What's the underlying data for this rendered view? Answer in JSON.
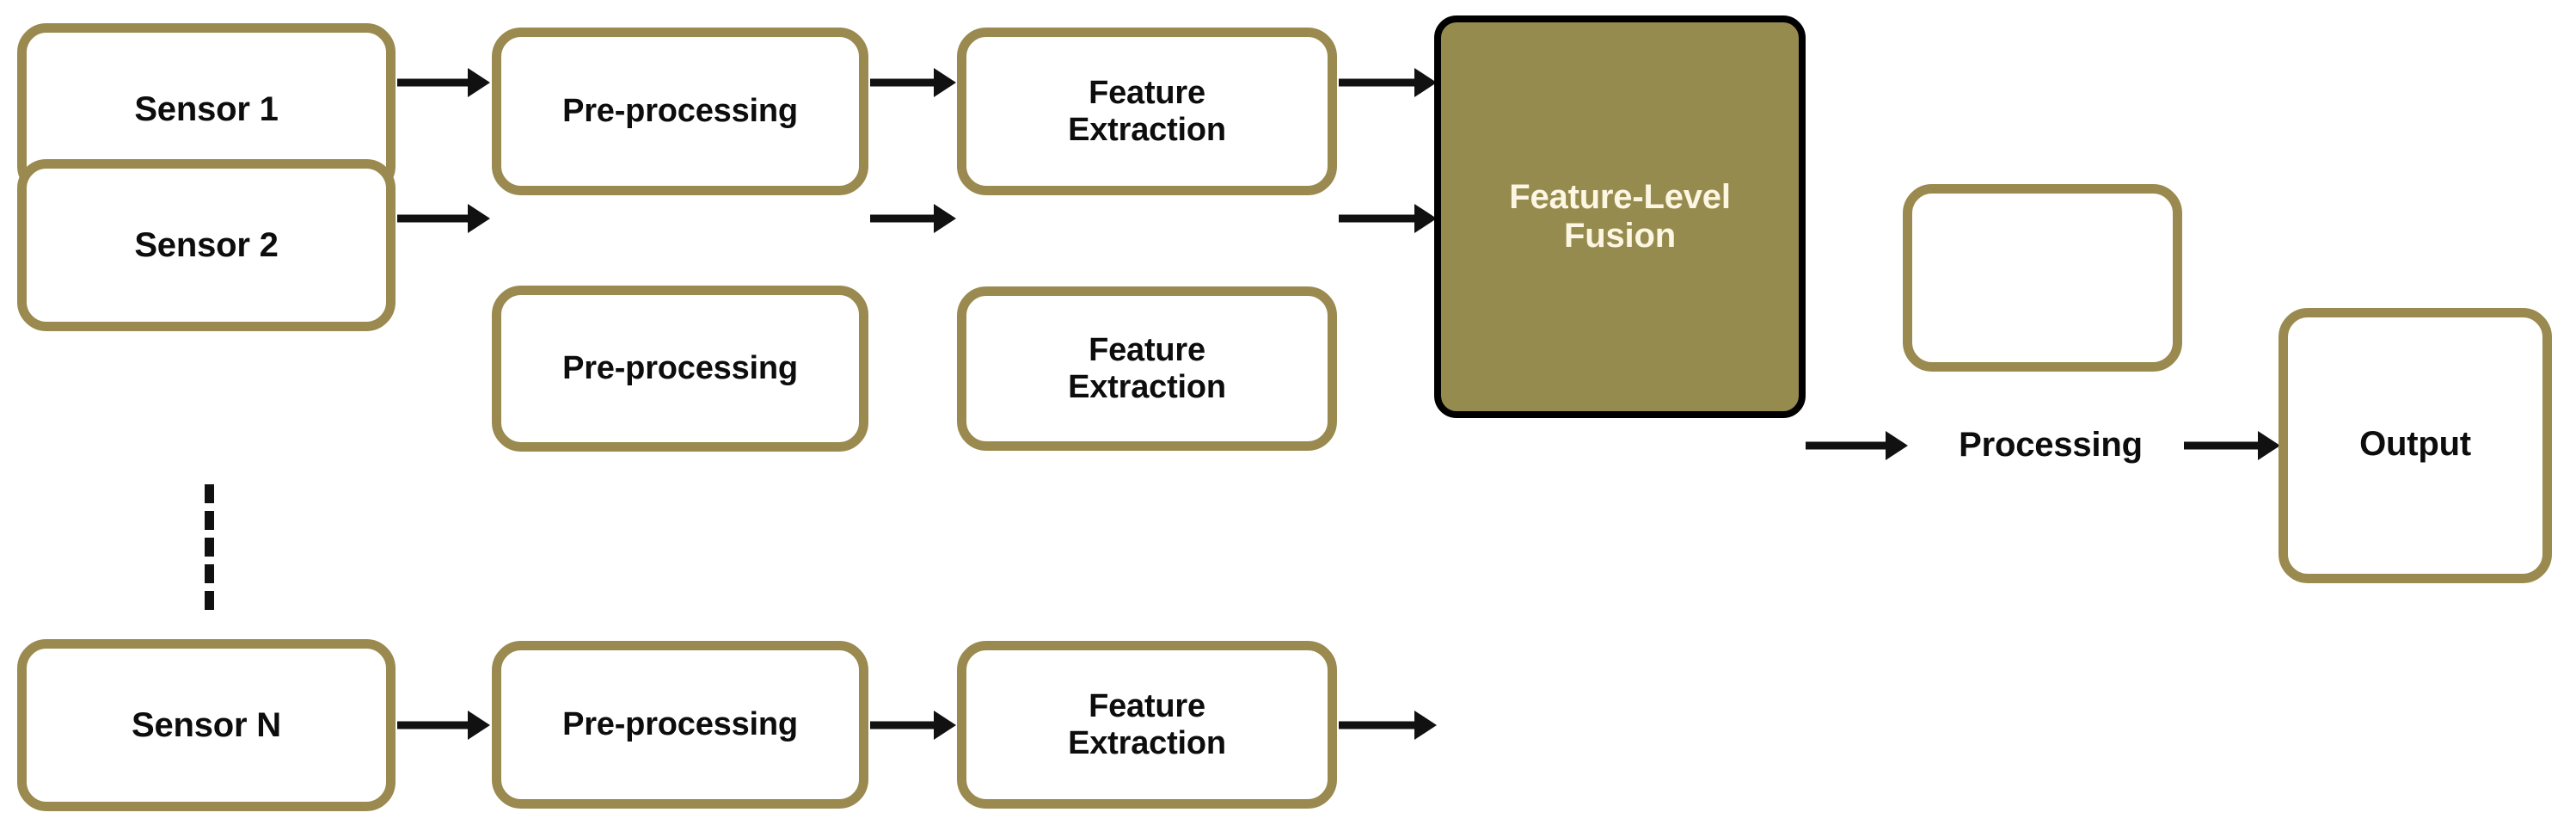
{
  "diagram": {
    "title": "Feature-Level Fusion Sensor Pipeline",
    "colors": {
      "box_border": "#9a8a4f",
      "box_fill": "#ffffff",
      "fusion_fill": "#968b4f",
      "fusion_border": "#000000",
      "fusion_text": "#fdf6e3",
      "text": "#0d0d0d",
      "arrow": "#111111",
      "background": "#ffffff"
    },
    "nodes": {
      "sensor_1": "Sensor 1",
      "sensor_2": "Sensor 2",
      "sensor_n": "Sensor N",
      "preprocessing_1": "Pre-processing",
      "preprocessing_2": "Pre-processing",
      "preprocessing_n": "Pre-processing",
      "feature_extraction_1": "Feature\nExtraction",
      "feature_extraction_2": "Feature\nExtraction",
      "feature_extraction_n": "Feature\nExtraction",
      "fusion": "Feature-Level\nFusion",
      "processing": "Processing",
      "output": "Output"
    },
    "ellipsis": {
      "name": "vertical-dashed-continuation",
      "meaning": "additional sensor rows omitted"
    },
    "arrows": [
      {
        "from": "sensor_1",
        "to": "preprocessing_1"
      },
      {
        "from": "preprocessing_1",
        "to": "feature_extraction_1"
      },
      {
        "from": "feature_extraction_1",
        "to": "fusion"
      },
      {
        "from": "sensor_2",
        "to": "preprocessing_2"
      },
      {
        "from": "preprocessing_2",
        "to": "feature_extraction_2"
      },
      {
        "from": "feature_extraction_2",
        "to": "fusion"
      },
      {
        "from": "sensor_n",
        "to": "preprocessing_n"
      },
      {
        "from": "preprocessing_n",
        "to": "feature_extraction_n"
      },
      {
        "from": "feature_extraction_n",
        "to": "fusion"
      },
      {
        "from": "fusion",
        "to": "processing"
      },
      {
        "from": "processing",
        "to": "output"
      }
    ]
  }
}
